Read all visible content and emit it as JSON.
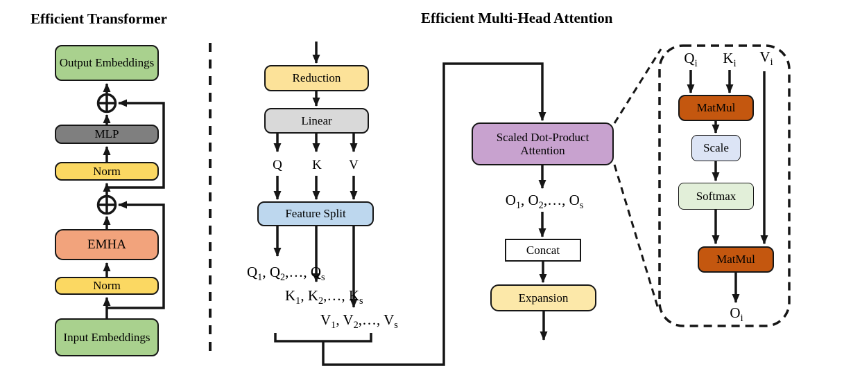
{
  "figure": {
    "left": {
      "title": "Efficient Transformer",
      "output_embeddings": "Output Embeddings",
      "mlp": "MLP",
      "norm_top": "Norm",
      "emha": "EMHA",
      "norm_bottom": "Norm",
      "input_embeddings": "Input Embeddings"
    },
    "middle": {
      "title": "Efficient Multi-Head Attention",
      "reduction": "Reduction",
      "linear": "Linear",
      "q_label": "Q",
      "k_label": "K",
      "v_label": "V",
      "feature_split": "Feature Split",
      "q_list": "Q1, Q2,…, Qs",
      "k_list": "K1, K2,…, Ks",
      "v_list": "V1, V2,…, Vs",
      "scaled_attention": "Scaled Dot-Product Attention",
      "o_list": "O1, O2,…, Os",
      "concat": "Concat",
      "expansion": "Expansion"
    },
    "detail": {
      "qi_label": "Qi",
      "ki_label": "Ki",
      "vi_label": "Vi",
      "matmul_top": "MatMul",
      "scale": "Scale",
      "softmax": "Softmax",
      "matmul_bottom": "MatMul",
      "oi_label": "Oi"
    }
  },
  "colors": {
    "embedding_green": "#A9D18E",
    "norm_yellow": "#FBD862",
    "mlp_gray": "#7F7F7F",
    "emha_salmon": "#F2A37C",
    "reduction_yellow": "#FCE299",
    "linear_gray": "#D9D9D9",
    "split_blue": "#BDD7EE",
    "attention_purple": "#C8A2CF",
    "concat_white": "#FFFFFF",
    "expansion_yellow": "#FCE8A9",
    "matmul_orange": "#C4570F",
    "scale_lavender": "#DCE4F5",
    "softmax_green": "#E2EFD9",
    "line_black": "#161616"
  }
}
